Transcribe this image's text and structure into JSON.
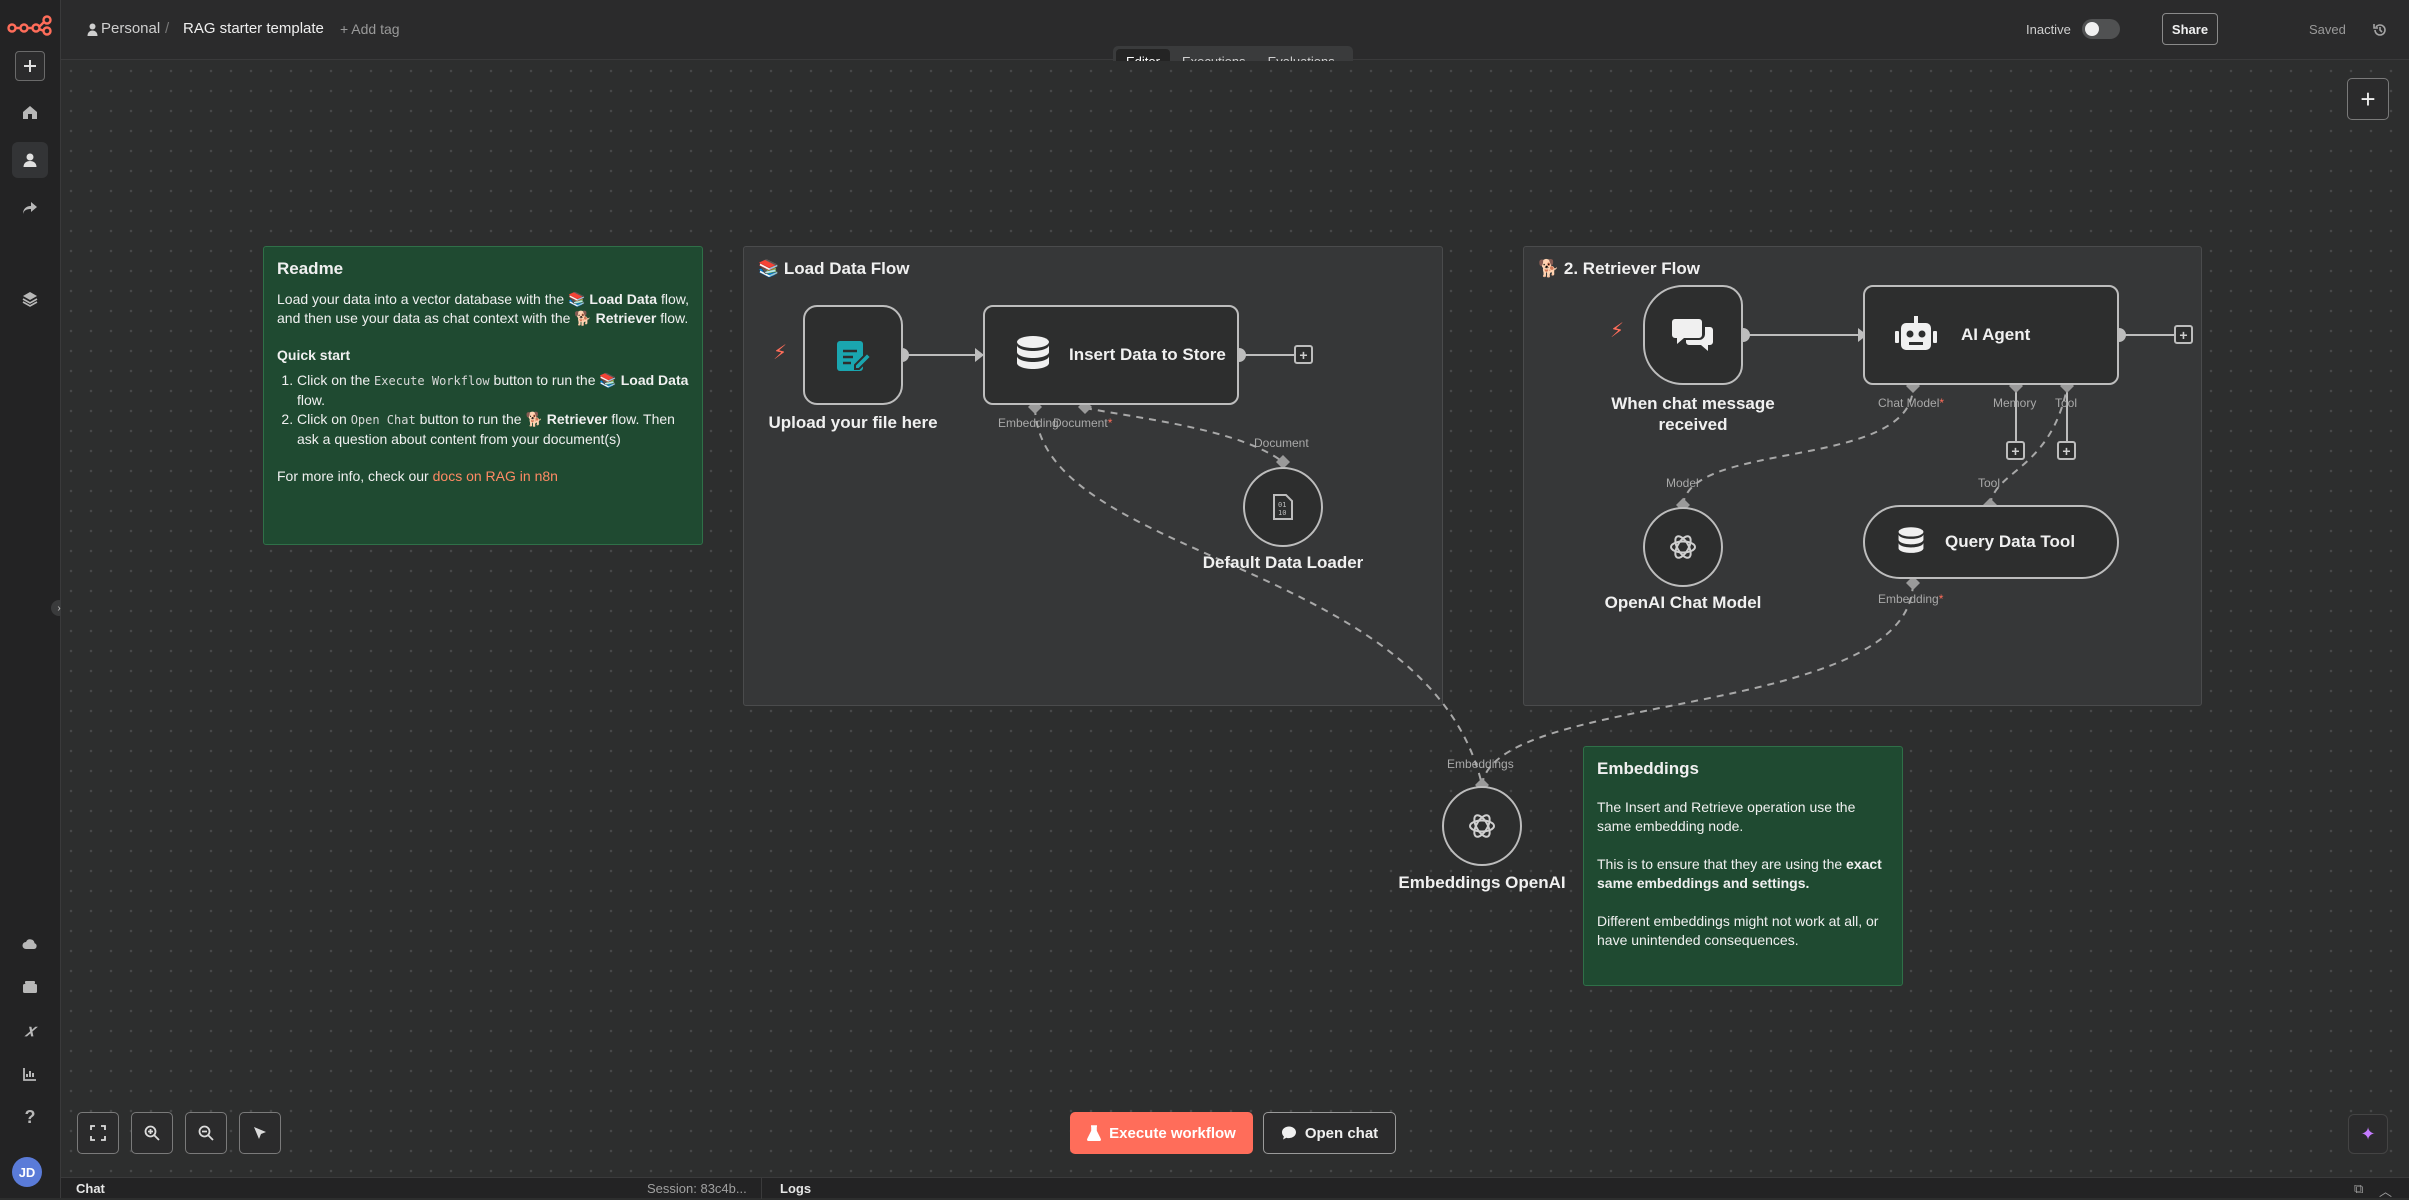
{
  "header": {
    "project": "Personal",
    "workflow_name": "RAG starter template",
    "add_tag": "+ Add tag",
    "status_label": "Inactive",
    "share_label": "Share",
    "saved_label": "Saved"
  },
  "tabs": [
    {
      "label": "Editor",
      "active": true
    },
    {
      "label": "Executions",
      "active": false
    },
    {
      "label": "Evaluations",
      "active": false
    }
  ],
  "readme": {
    "title": "Readme",
    "intro_1": "Load your data into a vector database with the",
    "intro_load": "📚 Load Data",
    "intro_2": "flow, and then use your data as chat context with the",
    "intro_retriever": "🐕 Retriever",
    "intro_3": "flow.",
    "quick_start": "Quick start",
    "step1_a": "Click on the",
    "step1_code": "Execute Workflow",
    "step1_b": "button to run the",
    "step1_flow": "📚 Load Data",
    "step1_c": "flow.",
    "step2_a": "Click on",
    "step2_code": "Open Chat",
    "step2_b": "button to run the",
    "step2_flow": "🐕 Retriever",
    "step2_c": "flow. Then ask a question about content from your document(s)",
    "more_info": "For more info, check our",
    "docs_link": "docs on RAG in n8n"
  },
  "load_flow": {
    "title": "📚 Load Data Flow",
    "upload_label": "Upload your file here",
    "insert_label": "Insert Data to Store",
    "port_embedding": "Embedding",
    "port_document": "Document",
    "loader_port": "Document",
    "loader_label": "Default Data Loader"
  },
  "retriever_flow": {
    "title": "🐕 2. Retriever Flow",
    "chat_trigger_label_1": "When chat message",
    "chat_trigger_label_2": "received",
    "agent_label": "AI Agent",
    "port_chat_model": "Chat Model",
    "port_memory": "Memory",
    "port_tool": "Tool",
    "model_port": "Model",
    "model_label": "OpenAI Chat Model",
    "tool_port": "Tool",
    "query_label": "Query Data Tool",
    "query_port": "Embedding"
  },
  "embeddings": {
    "port": "Embeddings",
    "label": "Embeddings OpenAI"
  },
  "embeddings_note": {
    "title": "Embeddings",
    "p1": "The Insert and Retrieve operation use the same embedding node.",
    "p2_a": "This is to ensure that they are using the",
    "p2_b": "exact same embeddings and settings.",
    "p3": "Different embeddings might not work at all, or have unintended consequences."
  },
  "controls": {
    "execute_label": "Execute workflow",
    "open_chat_label": "Open chat"
  },
  "bottom": {
    "chat": "Chat",
    "session": "Session: 83c4b...",
    "logs": "Logs"
  },
  "user": {
    "initials": "JD"
  },
  "colors": {
    "accent": "#ff6d5a",
    "sticky_green": "#1f4a31",
    "canvas": "#2d2e2e"
  }
}
